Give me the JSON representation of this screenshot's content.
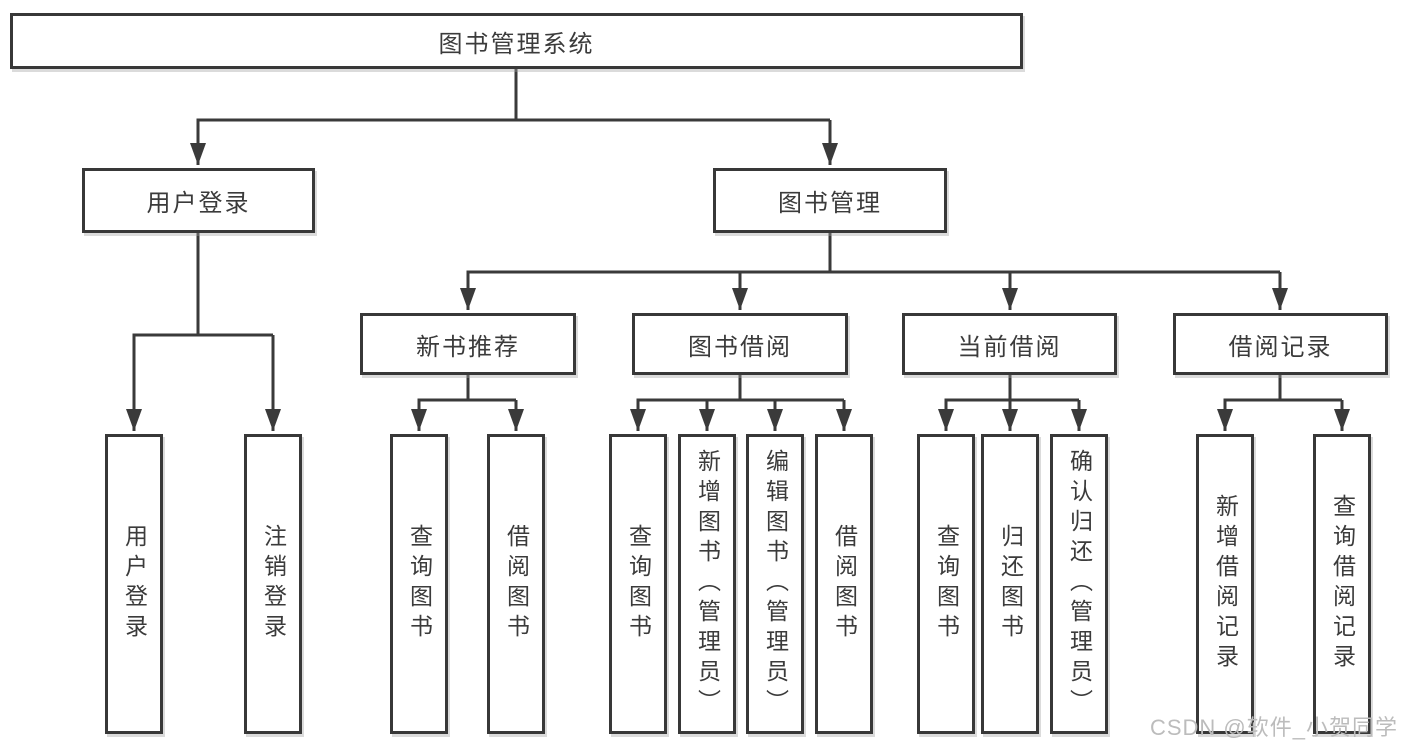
{
  "tree": {
    "root": "图书管理系统",
    "children": [
      {
        "label": "用户登录",
        "children": [
          "用户登录",
          "注销登录"
        ]
      },
      {
        "label": "图书管理",
        "children": [
          {
            "label": "新书推荐",
            "children": [
              "查询图书",
              "借阅图书"
            ]
          },
          {
            "label": "图书借阅",
            "children": [
              "查询图书",
              "新增图书（管理员）",
              "编辑图书（管理员）",
              "借阅图书"
            ]
          },
          {
            "label": "当前借阅",
            "children": [
              "查询图书",
              "归还图书",
              "确认归还（管理员）"
            ]
          },
          {
            "label": "借阅记录",
            "children": [
              "新增借阅记录",
              "查询借阅记录"
            ]
          }
        ]
      }
    ]
  },
  "watermark": "CSDN @软件_小贺同学",
  "colors": {
    "line": "#3a3a3a",
    "border": "#383838",
    "text": "#3b3b3b",
    "watermark": "#bcbcbc",
    "background": "#ffffff"
  }
}
